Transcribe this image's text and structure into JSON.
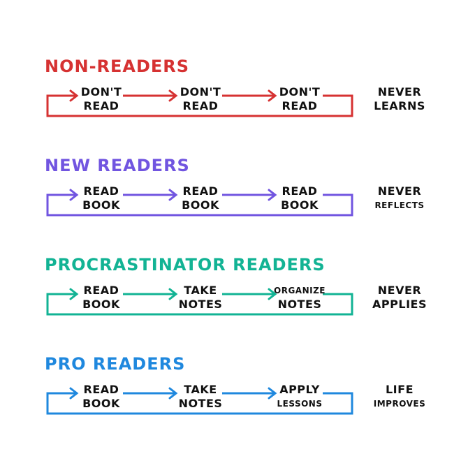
{
  "rows": [
    {
      "title": "NON-READERS",
      "color": "#d63232",
      "steps": [
        {
          "line1": "DON'T",
          "line2": "READ"
        },
        {
          "line1": "DON'T",
          "line2": "READ"
        },
        {
          "line1": "DON'T",
          "line2": "READ"
        }
      ],
      "outcome": {
        "line1": "NEVER",
        "line2": "LEARNS"
      }
    },
    {
      "title": "NEW READERS",
      "color": "#7155e0",
      "steps": [
        {
          "line1": "READ",
          "line2": "BOOK"
        },
        {
          "line1": "READ",
          "line2": "BOOK"
        },
        {
          "line1": "READ",
          "line2": "BOOK"
        }
      ],
      "outcome": {
        "line1": "NEVER",
        "line2": "REFLECTS"
      }
    },
    {
      "title": "PROCRASTINATOR READERS",
      "color": "#12b394",
      "steps": [
        {
          "line1": "READ",
          "line2": "BOOK"
        },
        {
          "line1": "TAKE",
          "line2": "NOTES"
        },
        {
          "line1": "ORGANIZE",
          "line2": "NOTES"
        }
      ],
      "outcome": {
        "line1": "NEVER",
        "line2": "APPLIES"
      }
    },
    {
      "title": "PRO READERS",
      "color": "#1f88de",
      "steps": [
        {
          "line1": "READ",
          "line2": "BOOK"
        },
        {
          "line1": "TAKE",
          "line2": "NOTES"
        },
        {
          "line1": "APPLY",
          "line2": "LESSONS"
        }
      ],
      "outcome": {
        "line1": "LIFE",
        "line2": "IMPROVES"
      }
    }
  ]
}
